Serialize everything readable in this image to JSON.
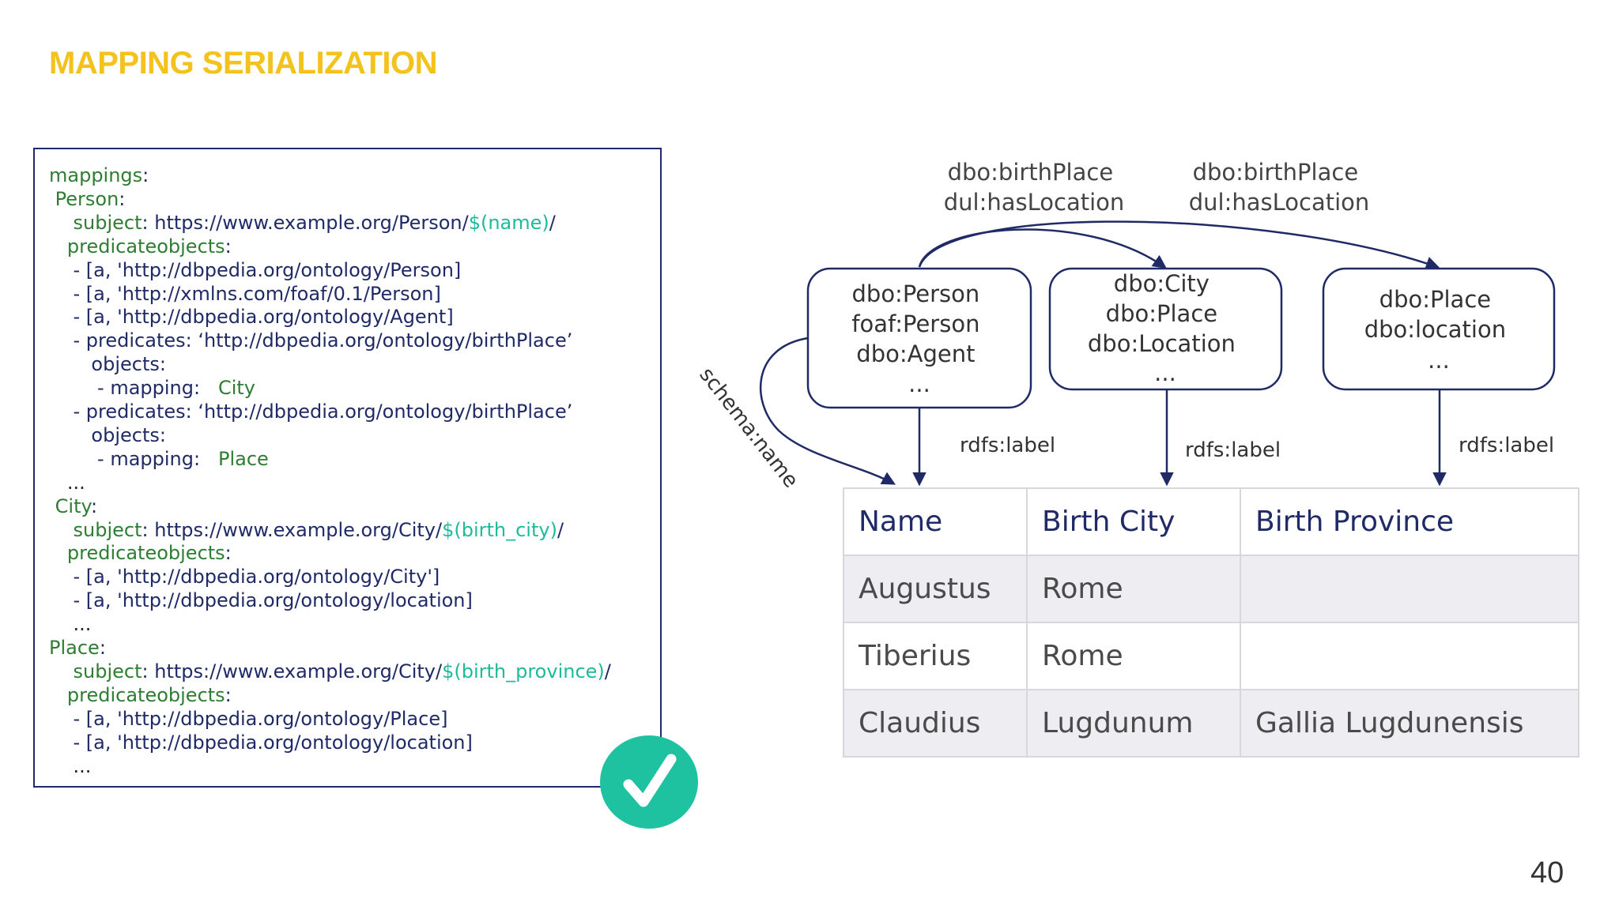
{
  "slide": {
    "title": "MAPPING SERIALIZATION",
    "page_number": "40"
  },
  "code": {
    "lines": [
      {
        "indent": "",
        "parts": [
          {
            "s": "k",
            "text": "mappings"
          },
          {
            "s": "v",
            "text": ":"
          }
        ]
      },
      {
        "indent": " ",
        "parts": [
          {
            "s": "k",
            "text": "Person"
          },
          {
            "s": "v",
            "text": ":"
          }
        ]
      },
      {
        "indent": "    ",
        "parts": [
          {
            "s": "k",
            "text": "subject"
          },
          {
            "s": "v",
            "text": ": https://www.example.org/Person/"
          },
          {
            "s": "t",
            "text": "$(name)"
          },
          {
            "s": "v",
            "text": "/"
          }
        ]
      },
      {
        "indent": "   ",
        "parts": [
          {
            "s": "k",
            "text": "predicateobjects"
          },
          {
            "s": "v",
            "text": ":"
          }
        ]
      },
      {
        "indent": "    ",
        "parts": [
          {
            "s": "v",
            "text": "- [a, 'http://dbpedia.org/ontology/Person]"
          }
        ]
      },
      {
        "indent": "    ",
        "parts": [
          {
            "s": "v",
            "text": "- [a, 'http://xmlns.com/foaf/0.1/Person]"
          }
        ]
      },
      {
        "indent": "    ",
        "parts": [
          {
            "s": "v",
            "text": "- [a, 'http://dbpedia.org/ontology/Agent]"
          }
        ]
      },
      {
        "indent": "    ",
        "parts": [
          {
            "s": "v",
            "text": "- predicates: ‘http://dbpedia.org/ontology/birthPlace’"
          }
        ]
      },
      {
        "indent": "       ",
        "parts": [
          {
            "s": "v",
            "text": "objects:"
          }
        ]
      },
      {
        "indent": "        ",
        "parts": [
          {
            "s": "v",
            "text": "- mapping:   "
          },
          {
            "s": "k",
            "text": "City"
          }
        ]
      },
      {
        "indent": "    ",
        "parts": [
          {
            "s": "v",
            "text": "- predicates: ‘http://dbpedia.org/ontology/birthPlace’"
          }
        ]
      },
      {
        "indent": "       ",
        "parts": [
          {
            "s": "v",
            "text": "objects:"
          }
        ]
      },
      {
        "indent": "        ",
        "parts": [
          {
            "s": "v",
            "text": "- mapping:   "
          },
          {
            "s": "k",
            "text": "Place"
          }
        ]
      },
      {
        "indent": "   ",
        "parts": [
          {
            "s": "d",
            "text": "..."
          }
        ]
      },
      {
        "indent": " ",
        "parts": [
          {
            "s": "k",
            "text": "City"
          },
          {
            "s": "v",
            "text": ":"
          }
        ]
      },
      {
        "indent": "    ",
        "parts": [
          {
            "s": "k",
            "text": "subject"
          },
          {
            "s": "v",
            "text": ": https://www.example.org/City/"
          },
          {
            "s": "t",
            "text": "$(birth_city)"
          },
          {
            "s": "v",
            "text": "/"
          }
        ]
      },
      {
        "indent": "   ",
        "parts": [
          {
            "s": "k",
            "text": "predicateobjects"
          },
          {
            "s": "v",
            "text": ":"
          }
        ]
      },
      {
        "indent": "    ",
        "parts": [
          {
            "s": "v",
            "text": "- [a, 'http://dbpedia.org/ontology/City']"
          }
        ]
      },
      {
        "indent": "    ",
        "parts": [
          {
            "s": "v",
            "text": "- [a, 'http://dbpedia.org/ontology/location]"
          }
        ]
      },
      {
        "indent": "    ",
        "parts": [
          {
            "s": "d",
            "text": "..."
          }
        ]
      },
      {
        "indent": "",
        "parts": [
          {
            "s": "k",
            "text": "Place"
          },
          {
            "s": "v",
            "text": ":"
          }
        ]
      },
      {
        "indent": "    ",
        "parts": [
          {
            "s": "k",
            "text": "subject"
          },
          {
            "s": "v",
            "text": ": https://www.example.org/City/"
          },
          {
            "s": "t",
            "text": "$(birth_province)"
          },
          {
            "s": "v",
            "text": "/"
          }
        ]
      },
      {
        "indent": "   ",
        "parts": [
          {
            "s": "k",
            "text": "predicateobjects"
          },
          {
            "s": "v",
            "text": ":"
          }
        ]
      },
      {
        "indent": "    ",
        "parts": [
          {
            "s": "v",
            "text": "- [a, 'http://dbpedia.org/ontology/Place]"
          }
        ]
      },
      {
        "indent": "    ",
        "parts": [
          {
            "s": "v",
            "text": "- [a, 'http://dbpedia.org/ontology/location]"
          }
        ]
      },
      {
        "indent": "    ",
        "parts": [
          {
            "s": "d",
            "text": "..."
          }
        ]
      }
    ]
  },
  "check_icon": "check-mark-icon",
  "diagram": {
    "edge_labels": {
      "birthplace_left": [
        "dbo:birthPlace",
        "dul:hasLocation"
      ],
      "birthplace_right": [
        "dbo:birthPlace",
        "dul:hasLocation"
      ],
      "schema_name": "schema:name",
      "rdfs_label_1": "rdfs:label",
      "rdfs_label_2": "rdfs:label",
      "rdfs_label_3": "rdfs:label"
    },
    "nodes": {
      "person": [
        "dbo:Person",
        "foaf:Person",
        "dbo:Agent",
        "..."
      ],
      "city": [
        "dbo:City",
        "dbo:Place",
        "dbo:Location",
        "..."
      ],
      "place": [
        "dbo:Place",
        "dbo:location",
        "..."
      ]
    }
  },
  "table": {
    "headers": [
      "Name",
      "Birth City",
      "Birth Province"
    ],
    "rows": [
      [
        "Augustus",
        "Rome",
        ""
      ],
      [
        "Tiberius",
        "Rome",
        ""
      ],
      [
        "Claudius",
        "Lugdunum",
        "Gallia Lugdunensis"
      ]
    ]
  },
  "colors": {
    "title": "#f4c21c",
    "navy": "#1f2a66",
    "key_green": "#2e7d32",
    "template_teal": "#1dbb9a",
    "check_circle": "#1ec2a0",
    "table_alt_row": "#eeedf1"
  }
}
